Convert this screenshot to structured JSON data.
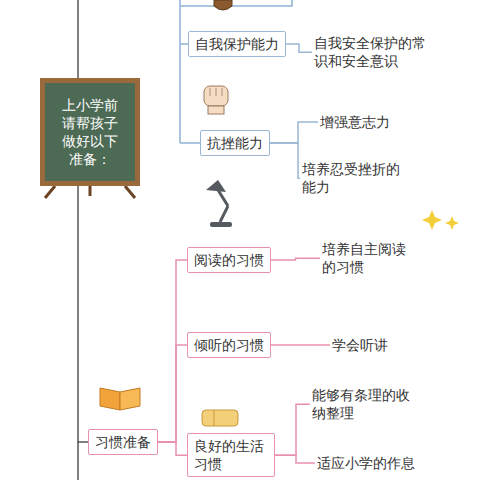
{
  "diagram": {
    "nodes": [
      {
        "text": [
          "上小学前 请帮孩子 做好以下 准备："
        ]
      },
      {
        "text": [
          "自我保护能力"
        ]
      },
      {
        "text": [
          "自我安全保护的常识和安全意识"
        ]
      },
      {
        "text": [
          "抗挫能力"
        ]
      },
      {
        "text": [
          "增强意志力"
        ]
      },
      {
        "text": [
          "培养忍受挫折的能力"
        ]
      },
      {
        "text": [
          "习惯准备"
        ]
      },
      {
        "text": [
          "阅读的习惯"
        ]
      },
      {
        "text": [
          "培养自主阅读的习惯"
        ]
      },
      {
        "text": [
          "倾听的习惯"
        ]
      },
      {
        "text": [
          "学会听讲"
        ]
      },
      {
        "text": [
          "良好的生活习惯"
        ]
      },
      {
        "text": [
          "能够有条理的收纳整理"
        ]
      },
      {
        "text": [
          "适应小学的作息"
        ]
      }
    ],
    "edges": [
      {
        "from": 1,
        "to": 2,
        "arrow": "none"
      },
      {
        "from": 3,
        "to": 4,
        "arrow": "none"
      },
      {
        "from": 3,
        "to": 5,
        "arrow": "none"
      },
      {
        "from": 0,
        "to": 6,
        "arrow": "none"
      },
      {
        "from": 6,
        "to": 7,
        "arrow": "none"
      },
      {
        "from": 6,
        "to": 9,
        "arrow": "none"
      },
      {
        "from": 6,
        "to": 11,
        "arrow": "none"
      },
      {
        "from": 7,
        "to": 8,
        "arrow": "none"
      },
      {
        "from": 9,
        "to": 10,
        "arrow": "none"
      },
      {
        "from": 11,
        "to": 12,
        "arrow": "none"
      },
      {
        "from": 11,
        "to": 13,
        "arrow": "none"
      }
    ]
  }
}
